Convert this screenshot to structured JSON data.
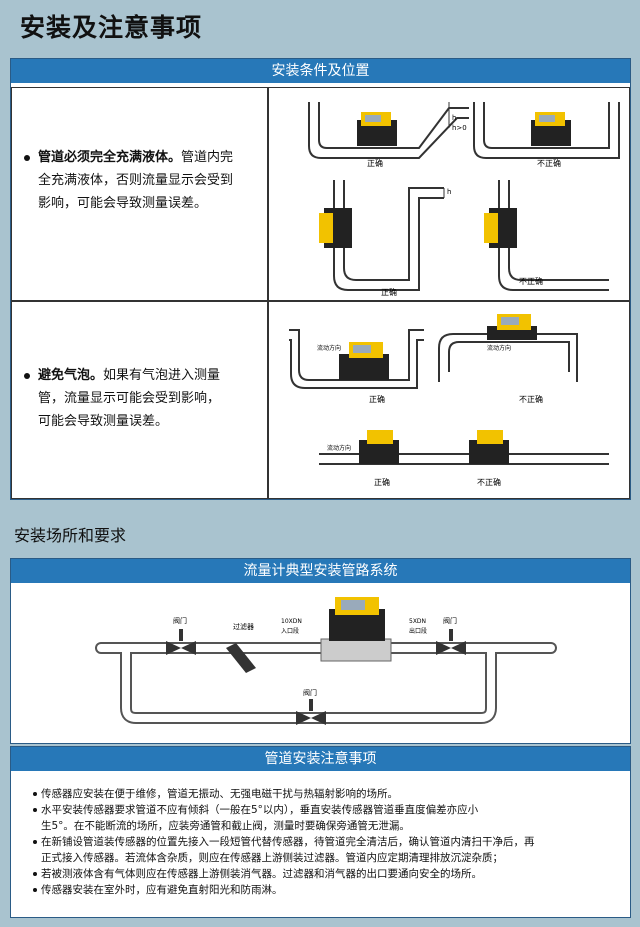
{
  "page_title": "安装及注意事项",
  "section1": {
    "bar": "安装条件及位置",
    "row1": {
      "lead": "管道必须完全充满液体。",
      "text": [
        "管道内完",
        "全充满液体，否则流量显示会受到",
        "影响，可能会导致测量误差。"
      ]
    },
    "row2": {
      "lead": "避免气泡。",
      "text": [
        "如果有气泡进入测量",
        "管，流量显示可能会受到影响，",
        "可能会导致测量误差。"
      ]
    },
    "labels": {
      "ok": "正确",
      "bad": "不正确",
      "flow": "流动方向",
      "h": "h",
      "h0": "h>0"
    }
  },
  "section2_heading": "安装场所和要求",
  "section2": {
    "bar": "流量计典型安装管路系统",
    "labels": {
      "valve": "阀门",
      "filter": "过滤器",
      "inlet_len": "10XDN",
      "inlet": "入口段",
      "outlet_len": "5XDN",
      "outlet": "出口段"
    }
  },
  "section3": {
    "bar": "管道安装注意事项",
    "notes": [
      "传感器应安装在便于维修，管道无振动、无强电磁干扰与热辐射影响的场所。",
      "水平安装传感器要求管道不应有倾斜（一般在5°以内），垂直安装传感器管道垂直度偏差亦应小",
      "生5°。在不能断流的场所，应装旁通管和截止阀，测量时要确保旁通管无泄漏。",
      "在新铺设管道装传感器的位置先接入一段短管代替传感器，待管道完全清洁后，确认管道内清扫干净后，再",
      "正式接入传感器。若流体含杂质，则应在传感器上游侧装过滤器。管道内应定期清理排放沉淀杂质；",
      "若被测液体含有气体则应在传感器上游侧装消气器。过滤器和消气器的出口要通向安全的场所。",
      "传感器安装在室外时，应有避免直射阳光和防雨淋。"
    ]
  }
}
